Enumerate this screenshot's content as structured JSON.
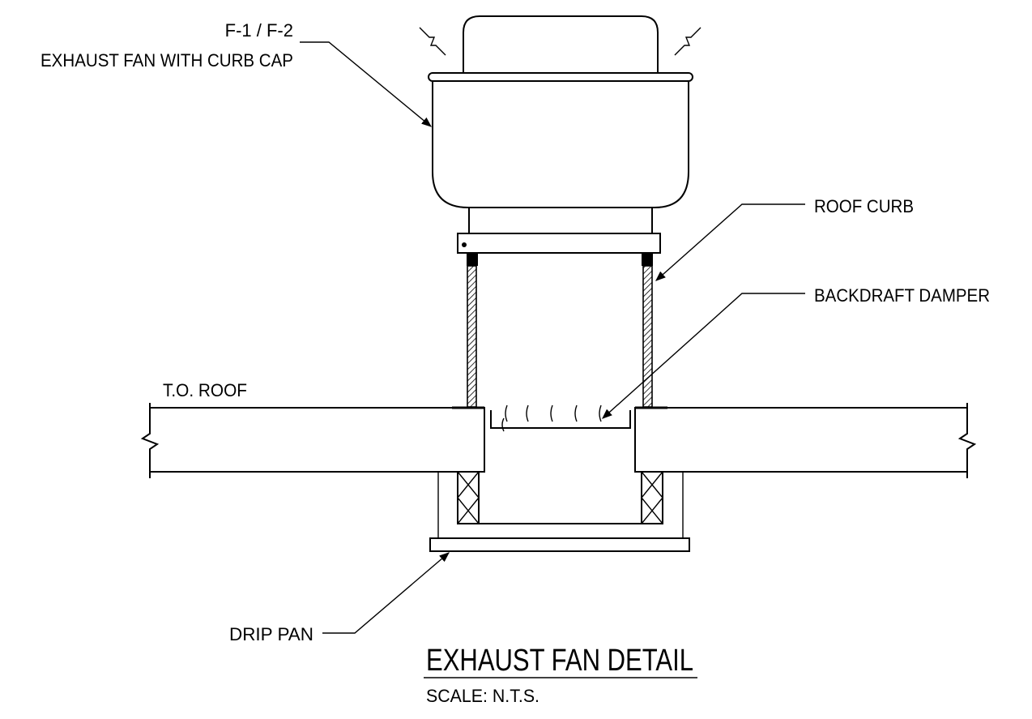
{
  "labels": {
    "fan_tag": "F-1 / F-2",
    "fan_desc": "EXHAUST FAN WITH CURB CAP",
    "roof_curb": "ROOF CURB",
    "backdraft_damper": "BACKDRAFT DAMPER",
    "top_of_roof": "T.O. ROOF",
    "drip_pan": "DRIP PAN"
  },
  "title": {
    "main": "EXHAUST FAN DETAIL",
    "scale": "SCALE: N.T.S."
  }
}
